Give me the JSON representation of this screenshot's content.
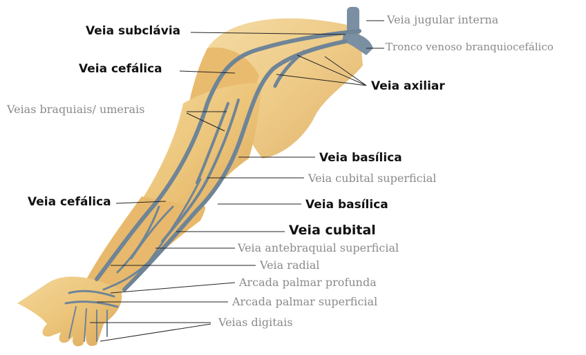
{
  "labels": {
    "veia_subclavia": "Veia subclávia",
    "veia_cefalica_top": "Veia cefálica",
    "veias_braquiais": "Veias braquiais/ umerais",
    "veia_cefalica_mid": "Veia cefálica",
    "veia_jugular_interna": "Veia jugular interna",
    "tronco_venoso": "Tronco venoso branquiocefálico",
    "veia_axiliar": "Veia axiliar",
    "veia_basilica_top": "Veia basílica",
    "veia_cubital_superficial": "Veia cubital superficial",
    "veia_basilica_mid": "Veia basílica",
    "veia_cubital": "Veia cubital",
    "veia_antebraquial": "Veia antebraquial superficial",
    "veia_radial": "Veia radial",
    "arcada_profunda": "Arcada palmar profunda",
    "arcada_superficial": "Arcada palmar superficial",
    "veias_digitais": "Veias digitais"
  },
  "colors": {
    "skin": "#ecc57a",
    "skin_shadow": "#d9a85a",
    "vein": "#6f8497",
    "leader": "#222222",
    "dark_label": "#111111",
    "light_label": "#8a8a8a"
  }
}
